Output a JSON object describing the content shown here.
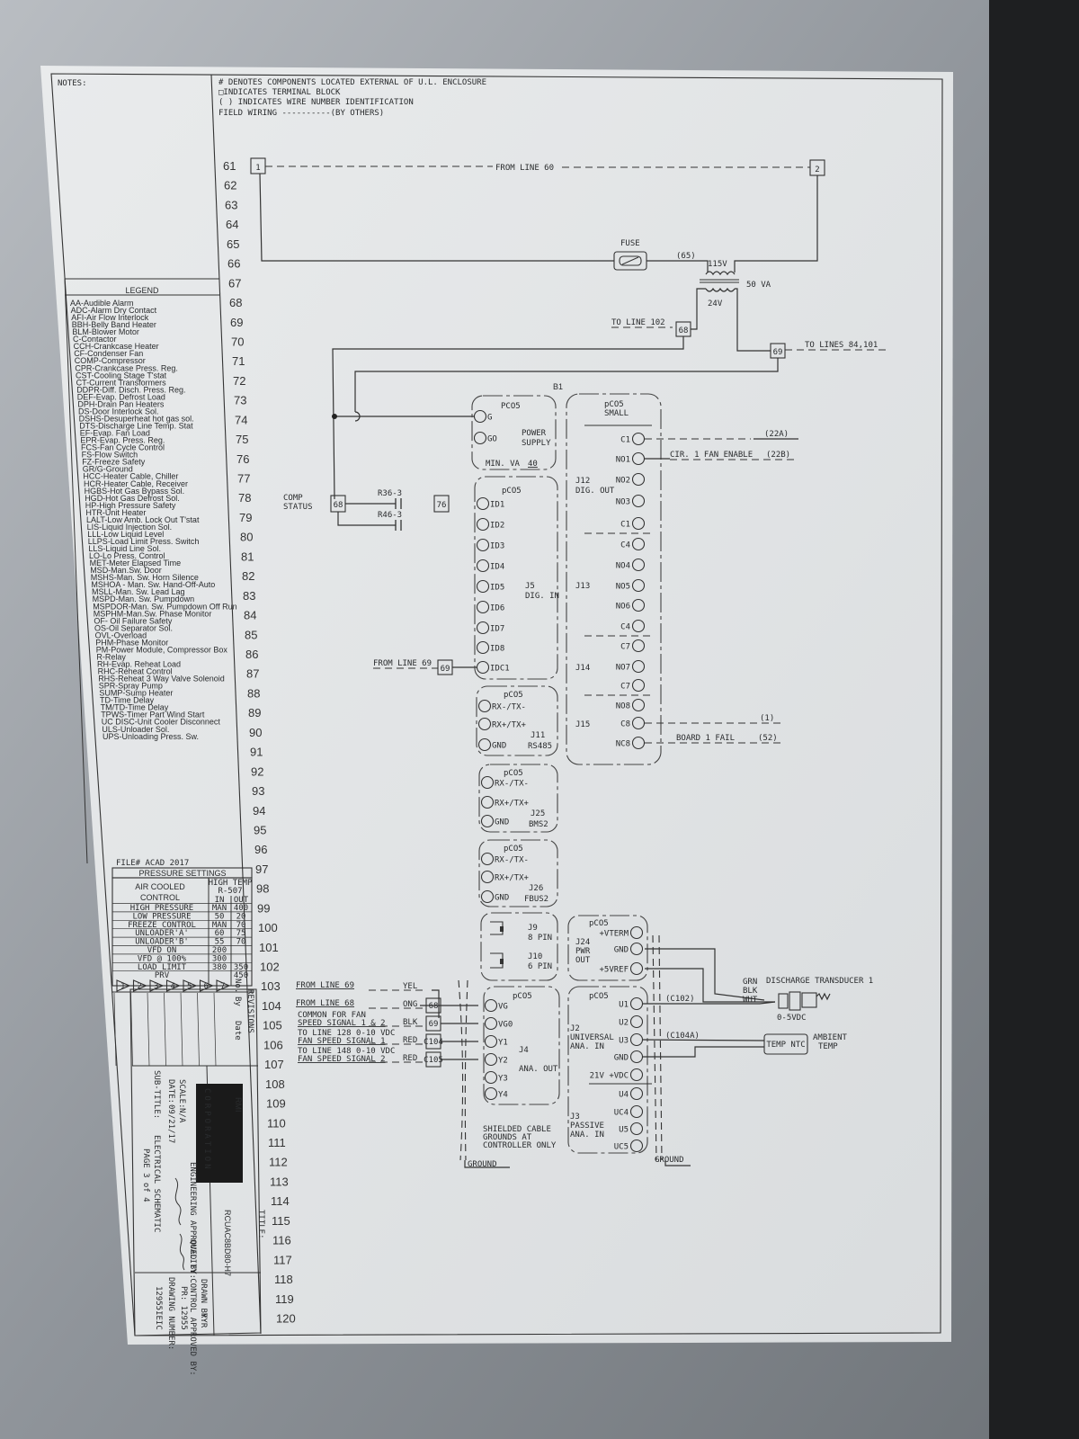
{
  "notes": {
    "label": "NOTES:",
    "lines": [
      "# DENOTES COMPONENTS LOCATED EXTERNAL OF U.L. ENCLOSURE",
      "□INDICATES TERMINAL BLOCK",
      "( ) INDICATES WIRE NUMBER IDENTIFICATION",
      "FIELD WIRING ----------(BY OTHERS)"
    ]
  },
  "legend": {
    "title": "LEGEND",
    "items": [
      "AA-Audible Alarm",
      "ADC-Alarm Dry Contact",
      "AFI-Air Flow Interlock",
      "BBH-Belly Band Heater",
      "BLM-Blower Motor",
      "C-Contactor",
      "CCH-Crankcase Heater",
      "CF-Condenser Fan",
      "COMP-Compressor",
      "CPR-Crankcase Press. Reg.",
      "CST-Cooling Stage T'stat",
      "CT-Current Transformers",
      "DDPR-Diff. Disch. Press. Reg.",
      "DEF-Evap. Defrost Load",
      "DPH-Drain Pan Heaters",
      "DS-Door Interlock Sol.",
      "DSHS-Desuperheat hot gas sol.",
      "DTS-Discharge Line Temp. Stat",
      "EF-Evap. Fan Load",
      "EPR-Evap. Press. Reg.",
      "FCS-Fan Cycle Control",
      "FS-Flow Switch",
      "FZ-Freeze Safety",
      "GR/G-Ground",
      "HCC-Heater Cable, Chiller",
      "HCR-Heater Cable, Receiver",
      "HGBS-Hot Gas Bypass Sol.",
      "HGD-Hot Gas Defrost Sol.",
      "HP-High Pressure Safety",
      "HTR-Unit Heater",
      "LALT-Low Amb. Lock Out T'stat",
      "LIS-Liquid Injection Sol.",
      "LLL-Low Liquid Level",
      "LLPS-Load Limit Press. Switch",
      "LLS-Liquid Line Sol.",
      "LO-Lo Press. Control",
      "MET-Meter Elapsed Time",
      "MSD-Man.Sw. Door",
      "MSHS-Man. Sw. Horn Silence",
      "MSHOA - Man. Sw. Hand-Off-Auto",
      "MSLL-Man. Sw. Lead Lag",
      "MSPD-Man. Sw. Pumpdown",
      "MSPDOR-Man. Sw. Pumpdown Off Run",
      "MSPHM-Man.Sw. Phase Monitor",
      "OF- Oil Failure Safety",
      "OS-Oil Separator Sol.",
      "OVL-Overload",
      "PHM-Phase Monitor",
      "PM-Power Module, Compressor Box",
      "R-Relay",
      "RH-Evap. Reheat Load",
      "RHC-Reheat Control",
      "RHS-Reheat 3 Way Valve Solenoid",
      "SPR-Spray Pump",
      "SUMP-Sump Heater",
      "TD-Time Delay",
      "TM/TD-Time Delay",
      "TPWS-Timer Part Wind Start",
      "UC DISC-Unit Cooler Disconnect",
      "ULS-Unloader Sol.",
      "UPS-Unloading Press. Sw."
    ]
  },
  "line_numbers": [
    61,
    62,
    63,
    64,
    65,
    66,
    67,
    68,
    69,
    70,
    71,
    72,
    73,
    74,
    75,
    76,
    77,
    78,
    79,
    80,
    81,
    82,
    83,
    84,
    85,
    86,
    87,
    88,
    89,
    90,
    91,
    92,
    93,
    94,
    95,
    96,
    97,
    98,
    99,
    100,
    101,
    102,
    103,
    104,
    105,
    106,
    107,
    108,
    109,
    110,
    111,
    112,
    113,
    114,
    115,
    116,
    117,
    118,
    119,
    120
  ],
  "schematic": {
    "terminal_1": "1",
    "terminal_2": "2",
    "from_line_60": "FROM LINE 60",
    "fuse_label": "FUSE",
    "wire_65": "(65)",
    "primary_voltage": "115V",
    "secondary_voltage": "24V",
    "transformer_va": "50 VA",
    "to_line_102": "TO LINE 102",
    "terminal_68": "68",
    "terminal_69": "69",
    "to_lines_84_101": "TO LINES 84,101",
    "board_id": "B1",
    "comp_status_1": "COMP",
    "comp_status_2": "STATUS",
    "relay_r36": "R36-3",
    "relay_r46": "R46-3",
    "terminal_76": "76",
    "from_line_69": "FROM LINE 69",
    "power_supply": {
      "title": "PCO5",
      "label_1": "POWER",
      "label_2": "SUPPLY",
      "min_va_label": "MIN. VA",
      "min_va": "40",
      "pins": [
        "G",
        "GO"
      ]
    },
    "dig_in": {
      "title": "pCO5",
      "label_1": "J5",
      "label_2": "DIG. IN",
      "pins": [
        "ID1",
        "ID2",
        "ID3",
        "ID4",
        "ID5",
        "ID6",
        "ID7",
        "ID8",
        "IDC1"
      ]
    },
    "rs485": {
      "title": "pCO5",
      "label_1": "J11",
      "label_2": "RS485",
      "pins": [
        "RX-/TX-",
        "RX+/TX+",
        "GND"
      ]
    },
    "bms2": {
      "title": "pCO5",
      "label_1": "J25",
      "label_2": "BMS2",
      "pins": [
        "RX-/TX-",
        "RX+/TX+",
        "GND"
      ]
    },
    "fbus2": {
      "title": "pCO5",
      "label_1": "J26",
      "label_2": "FBUS2",
      "pins": [
        "RX-/TX-",
        "RX+/TX+",
        "GND"
      ]
    },
    "j9": {
      "label_1": "J9",
      "label_2": "8 PIN"
    },
    "j10": {
      "label_1": "J10",
      "label_2": "6 PIN"
    },
    "ana_out": {
      "title": "pCO5",
      "label_1": "J4",
      "label_2": "ANA. OUT",
      "pins": [
        "VG",
        "VG0",
        "Y1",
        "Y2",
        "Y3",
        "Y4"
      ]
    },
    "shielded_note": [
      "SHIELDED CABLE",
      "GROUNDS AT",
      "CONTROLLER ONLY"
    ],
    "ground_label": "GROUND",
    "dig_out": {
      "title_1": "pCO5",
      "title_2": "SMALL",
      "groups": [
        "J12",
        "DIG. OUT",
        "J13",
        "J14",
        "J15"
      ],
      "pins": [
        "C1",
        "NO1",
        "NO2",
        "NO3",
        "C1",
        "C4",
        "NO4",
        "NO5",
        "NO6",
        "C4",
        "C7",
        "NO7",
        "C7",
        "NO8",
        "C8",
        "NC8"
      ]
    },
    "wire_22a": "(22A)",
    "cir1_fan_enable": "CIR. 1 FAN ENABLE",
    "wire_22b": "(22B)",
    "wire_1": "(1)",
    "board_1_fail": "BOARD 1 FAIL",
    "wire_52": "(52)",
    "pwr_out": {
      "title": "pCO5",
      "label_1": "J24",
      "label_2": "PWR",
      "label_3": "OUT",
      "pins": [
        "+VTERM",
        "GND",
        "+5VREF"
      ]
    },
    "ana_in": {
      "title": "pCO5",
      "label_1": "J2",
      "label_2": "UNIVERSAL",
      "label_3": "ANA. IN",
      "label_4": "J3",
      "label_5": "PASSIVE",
      "label_6": "ANA. IN",
      "pins": [
        "U1",
        "U2",
        "U3",
        "GND",
        "21V +VDC",
        "U4",
        "UC4",
        "U5",
        "UC5"
      ]
    },
    "fan_wiring": [
      {
        "desc_1": "FROM LINE 69",
        "desc_2": "",
        "color": "YEL",
        "terminal": ""
      },
      {
        "desc_1": "FROM LINE 68",
        "desc_2": "",
        "color": "ONG",
        "terminal": "68"
      },
      {
        "desc_1": "COMMON FOR FAN",
        "desc_2": "SPEED SIGNAL 1 & 2",
        "color": "BLK",
        "terminal": "69"
      },
      {
        "desc_1": "TO LINE 128 0-10 VDC",
        "desc_2": "FAN SPEED SIGNAL 1",
        "color": "RED",
        "terminal": "C104"
      },
      {
        "desc_1": "TO LINE 148 0-10 VDC",
        "desc_2": "FAN SPEED SIGNAL 2",
        "color": "RED",
        "terminal": "C105"
      }
    ],
    "transducer": {
      "colors": [
        "GRN",
        "BLK",
        "WHT"
      ],
      "label": "DISCHARGE TRANSDUCER 1",
      "range": "0-5VDC",
      "wire": "(C102)"
    },
    "ambient": {
      "wire": "(C104A)",
      "label_1": "AMBIENT",
      "label_2": "TEMP",
      "sensor_text": "TEMP NTC"
    }
  },
  "pressure_settings": {
    "file": "FILE# ACAD 2017",
    "title": "PRESSURE SETTINGS",
    "control_1": "AIR COOLED",
    "control_2": "CONTROL",
    "refrigerant_1": "HIGH TEMP",
    "refrigerant_2": "R-507",
    "col_in": "IN",
    "col_out": "OUT",
    "rows": [
      {
        "name": "HIGH PRESSURE",
        "in": "MAN",
        "out": "400"
      },
      {
        "name": "LOW PRESSURE",
        "in": "50",
        "out": "20"
      },
      {
        "name": "FREEZE CONTROL",
        "in": "MAN",
        "out": "70"
      },
      {
        "name": "UNLOADER'A'",
        "in": "60",
        "out": "75"
      },
      {
        "name": "UNLOADER'B'",
        "in": "55",
        "out": "70"
      },
      {
        "name": "VFD ON",
        "in": "200",
        "out": ""
      },
      {
        "name": "VFD @ 100%",
        "in": "300",
        "out": ""
      },
      {
        "name": "LOAD LIMIT",
        "in": "380",
        "out": "350"
      },
      {
        "name": "PRV",
        "in": "",
        "out": "450"
      }
    ]
  },
  "revisions": {
    "label": "REVISIONS",
    "cols": [
      "No.",
      "By",
      "Date"
    ],
    "triangles": [
      "1",
      "2",
      "3",
      "4",
      "5",
      "6",
      "7"
    ]
  },
  "title_block": {
    "company": "CORPORATION",
    "scale_label": "SCALE:",
    "scale": "N/A",
    "date_label": "DATE:",
    "date": "09/21/17",
    "subtitle_label": "SUB-TITLE:",
    "subtitle_1": "ELECTRICAL SCHEMATIC",
    "subtitle_2": "PAGE 3 of 4",
    "eng_label": "ENGINEERING APPROVED BY:",
    "qc_label": "QUALITY CONTROL APPROVED BY:",
    "drawn_label": "DRAWN BY:",
    "drawn": "RYR",
    "pr": "PR: 12955",
    "dwg_label": "DRAWING NUMBER:",
    "dwg": "12955IEIC",
    "title_label": "TITLE:",
    "title": "RCUAC8BD80-H7"
  }
}
